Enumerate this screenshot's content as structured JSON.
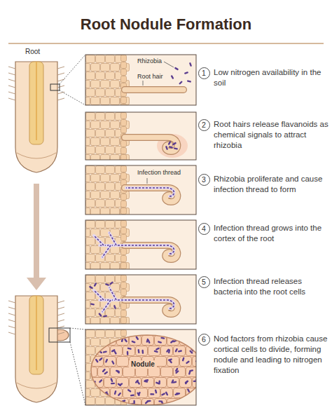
{
  "diagram": {
    "title": "Root Nodule Formation",
    "nodes": [
      {
        "text": [
          "1"
        ]
      },
      {
        "text": [
          "2"
        ]
      },
      {
        "text": [
          "3"
        ]
      },
      {
        "text": [
          "4"
        ]
      },
      {
        "text": [
          "5"
        ]
      },
      {
        "text": [
          "6"
        ]
      }
    ],
    "labels": [
      "Root",
      "Rhizobia",
      "Root hair",
      "Low nitrogen availability in the soil",
      "Root hairs release flavanoids as chemical signals to attract rhizobia",
      "Infection thread",
      "Rhizobia proliferate and cause infection thread to form",
      "Infection thread grows into the cortex of the root",
      "Infection thread releases bacteria into the root cells",
      "Nodule",
      "Nod factors from rhizobia cause cortical cells to divide, forming nodule and leading to nitrogen fixation"
    ]
  }
}
